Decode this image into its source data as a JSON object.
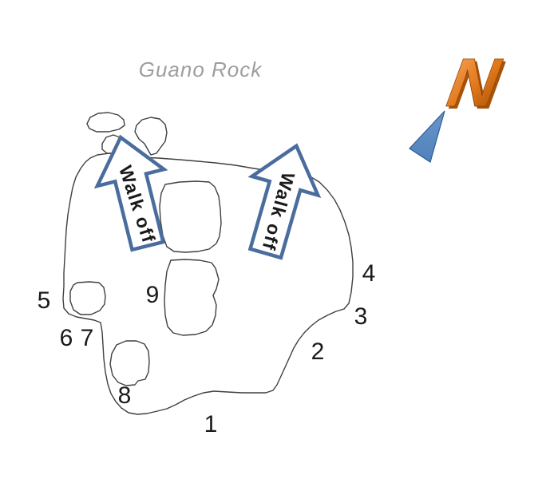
{
  "title": "Guano Rock",
  "compass": {
    "north_label": "N"
  },
  "walkoffs": [
    {
      "label": "Walk off"
    },
    {
      "label": "Walk off"
    }
  ],
  "routes": {
    "labels": [
      "1",
      "2",
      "3",
      "4",
      "5",
      "6",
      "7",
      "8",
      "9"
    ]
  },
  "colors": {
    "title_gray": "#9E9E9E",
    "outline_gray": "#3F3F3F",
    "label_black": "#1A1A1A",
    "arrow_stroke_blue": "#4A6D9E",
    "arrow_fill": "#FFFFFF",
    "north_orange_light": "#F7A158",
    "north_orange_mid": "#E07718",
    "north_orange_dark": "#A85208",
    "needle_blue_light": "#6A96C8",
    "needle_blue": "#4F81BD",
    "needle_blue_dark": "#2F5C94"
  }
}
